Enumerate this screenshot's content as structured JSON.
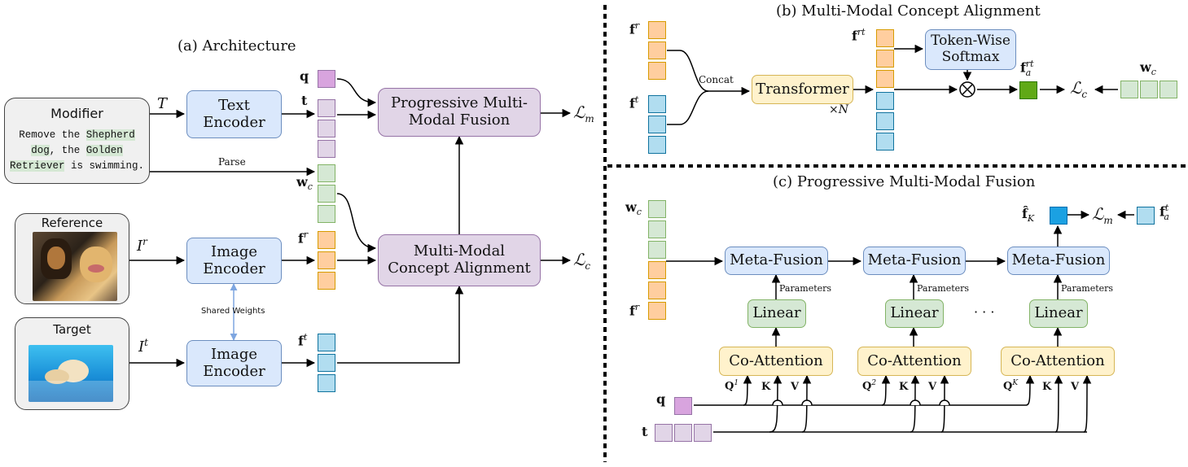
{
  "titles": {
    "a": "(a) Architecture",
    "b": "(b) Multi-Modal Concept Alignment",
    "c": "(c) Progressive Multi-Modal Fusion"
  },
  "architecture": {
    "modifier": {
      "title": "Modifier",
      "text_pre": "Remove the ",
      "text_h1": "Shepherd dog",
      "text_mid": ", the ",
      "text_h2": "Golden Retriever",
      "text_post": " is swimming."
    },
    "reference": {
      "title": "Reference"
    },
    "target": {
      "title": "Target"
    },
    "text_encoder": "Text Encoder",
    "image_encoder_1": "Image Encoder",
    "image_encoder_2": "Image Encoder",
    "fusion": "Progressive Multi-Modal Fusion",
    "alignment": "Multi-Modal Concept Alignment",
    "labels": {
      "T": "T",
      "Ir": "I",
      "Ir_sup": "r",
      "It": "I",
      "It_sup": "t",
      "q": "q",
      "t": "t",
      "wc": "w",
      "wc_sub": "c",
      "fr": "f",
      "fr_sup": "r",
      "ft": "f",
      "ft_sup": "t",
      "parse": "Parse",
      "shared": "Shared Weights",
      "Lm": "ℒ",
      "Lm_sub": "m",
      "Lc": "ℒ",
      "Lc_sub": "c"
    }
  },
  "alignment_detail": {
    "transformer": "Transformer",
    "times_n": "×N",
    "softmax": "Token-Wise Softmax",
    "concat": "Concat",
    "labels": {
      "fr": "f",
      "fr_sup": "r",
      "ft": "f",
      "ft_sup": "t",
      "frt": "f",
      "frt_sup": "rt",
      "fa": "f",
      "fa_sup": "rt",
      "fa_sub": "a",
      "Lc": "ℒ",
      "Lc_sub": "c",
      "wc": "w",
      "wc_sub": "c"
    }
  },
  "fusion_detail": {
    "meta_fusion": [
      "Meta-Fusion",
      "Meta-Fusion",
      "Meta-Fusion"
    ],
    "linear": [
      "Linear",
      "Linear",
      "Linear"
    ],
    "co_attention": [
      "Co-Attention",
      "Co-Attention",
      "Co-Attention"
    ],
    "parameters": [
      "Parameters",
      "Parameters",
      "Parameters"
    ],
    "ellipsis": "· · ·",
    "labels": {
      "wc": "w",
      "wc_sub": "c",
      "fr": "f",
      "fr_sup": "r",
      "fk": "f̂",
      "fk_sub": "K",
      "Lm": "ℒ",
      "Lm_sub": "m",
      "fat": "f",
      "fat_sup": "t",
      "fat_sub": "a",
      "q": "q",
      "t": "t",
      "Q1": "Q",
      "Q1_sup": "1",
      "Q2": "Q",
      "Q2_sup": "2",
      "QK": "Q",
      "QK_sup": "K",
      "K": "K",
      "V": "V"
    }
  }
}
